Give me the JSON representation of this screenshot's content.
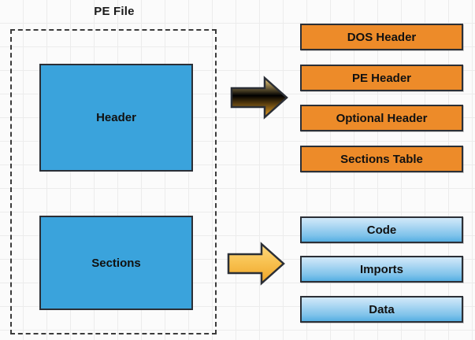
{
  "diagram": {
    "title": "PE File",
    "container": {
      "name": "pe-file-container",
      "style": "dashed"
    },
    "blocks": [
      {
        "id": "header",
        "label": "Header"
      },
      {
        "id": "sections",
        "label": "Sections"
      }
    ],
    "arrows": [
      {
        "id": "arrow-header",
        "icon": "right-arrow-icon",
        "from": "Header",
        "to": "header-parts"
      },
      {
        "id": "arrow-sections",
        "icon": "right-arrow-icon",
        "from": "Sections",
        "to": "section-parts"
      }
    ],
    "header_parts": [
      {
        "label": "DOS Header"
      },
      {
        "label": "PE Header"
      },
      {
        "label": "Optional Header"
      },
      {
        "label": "Sections Table"
      }
    ],
    "section_parts": [
      {
        "label": "Code"
      },
      {
        "label": "Imports"
      },
      {
        "label": "Data"
      }
    ],
    "colors": {
      "block_blue": "#3aa3dc",
      "header_part_orange": "#ed8b29",
      "section_part_blue_top": "#cfe8f8",
      "section_part_blue_bottom": "#56aee2",
      "arrow_fill_top": "#fcd37a",
      "arrow_fill_bottom": "#f0a828",
      "outline": "#2b2f36",
      "grid_line": "#ececec",
      "background": "#fbfbfb"
    }
  }
}
